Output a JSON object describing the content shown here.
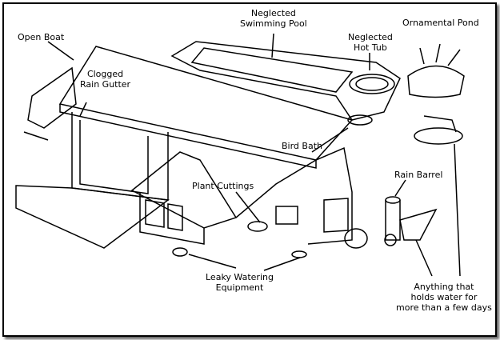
{
  "labels": {
    "open_boat": "Open Boat",
    "clogged_gutter_1": "Clogged",
    "clogged_gutter_2": "Rain Gutter",
    "pool_1": "Neglected",
    "pool_2": "Swimming Pool",
    "hot_tub_1": "Neglected",
    "hot_tub_2": "Hot Tub",
    "pond": "Ornamental Pond",
    "bird_bath": "Bird Bath",
    "rain_barrel": "Rain Barrel",
    "plant_cuttings": "Plant Cuttings",
    "leaky_1": "Leaky Watering",
    "leaky_2": "Equipment",
    "anything_1": "Anything that",
    "anything_2": "holds water for",
    "anything_3": "more than a few days"
  }
}
